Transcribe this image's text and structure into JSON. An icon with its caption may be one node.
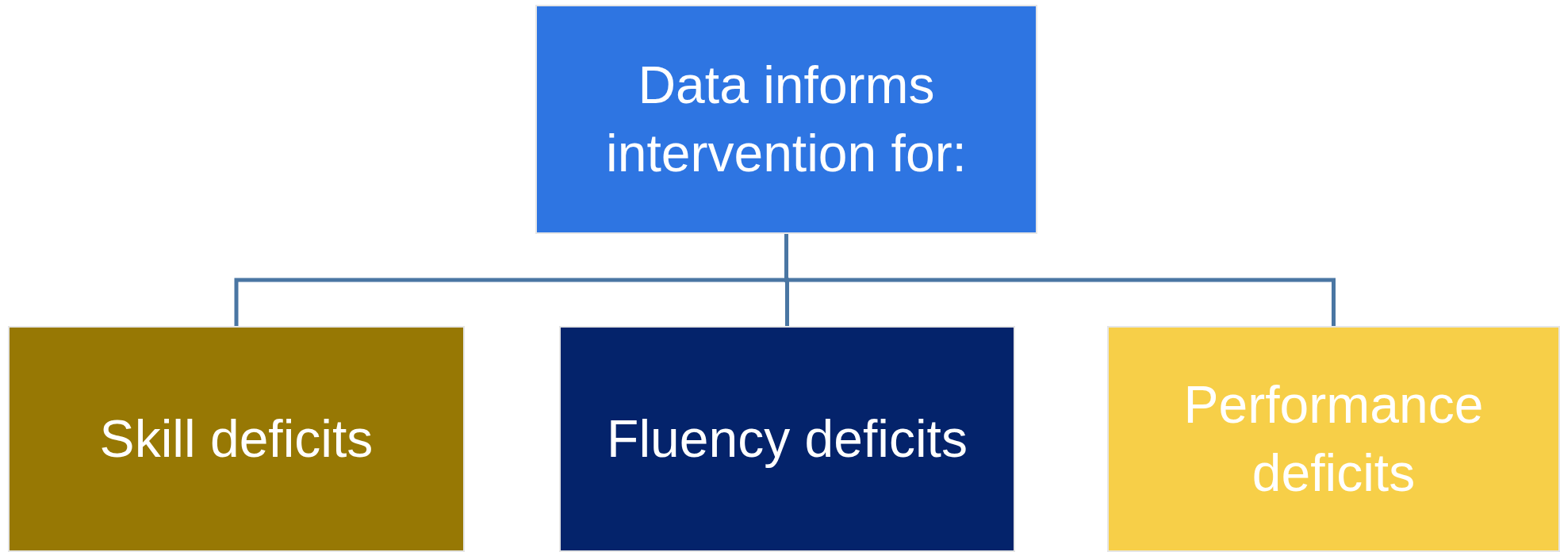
{
  "diagram": {
    "nodes": [
      {
        "text": [
          "Data informs intervention for:"
        ]
      },
      {
        "text": [
          "Skill deficits"
        ]
      },
      {
        "text": [
          "Fluency deficits"
        ]
      },
      {
        "text": [
          "Performance deficits"
        ]
      }
    ],
    "edges": [
      {
        "from": 0,
        "to": 1,
        "arrow": "none"
      },
      {
        "from": 0,
        "to": 2,
        "arrow": "none"
      },
      {
        "from": 0,
        "to": 3,
        "arrow": "none"
      }
    ]
  }
}
